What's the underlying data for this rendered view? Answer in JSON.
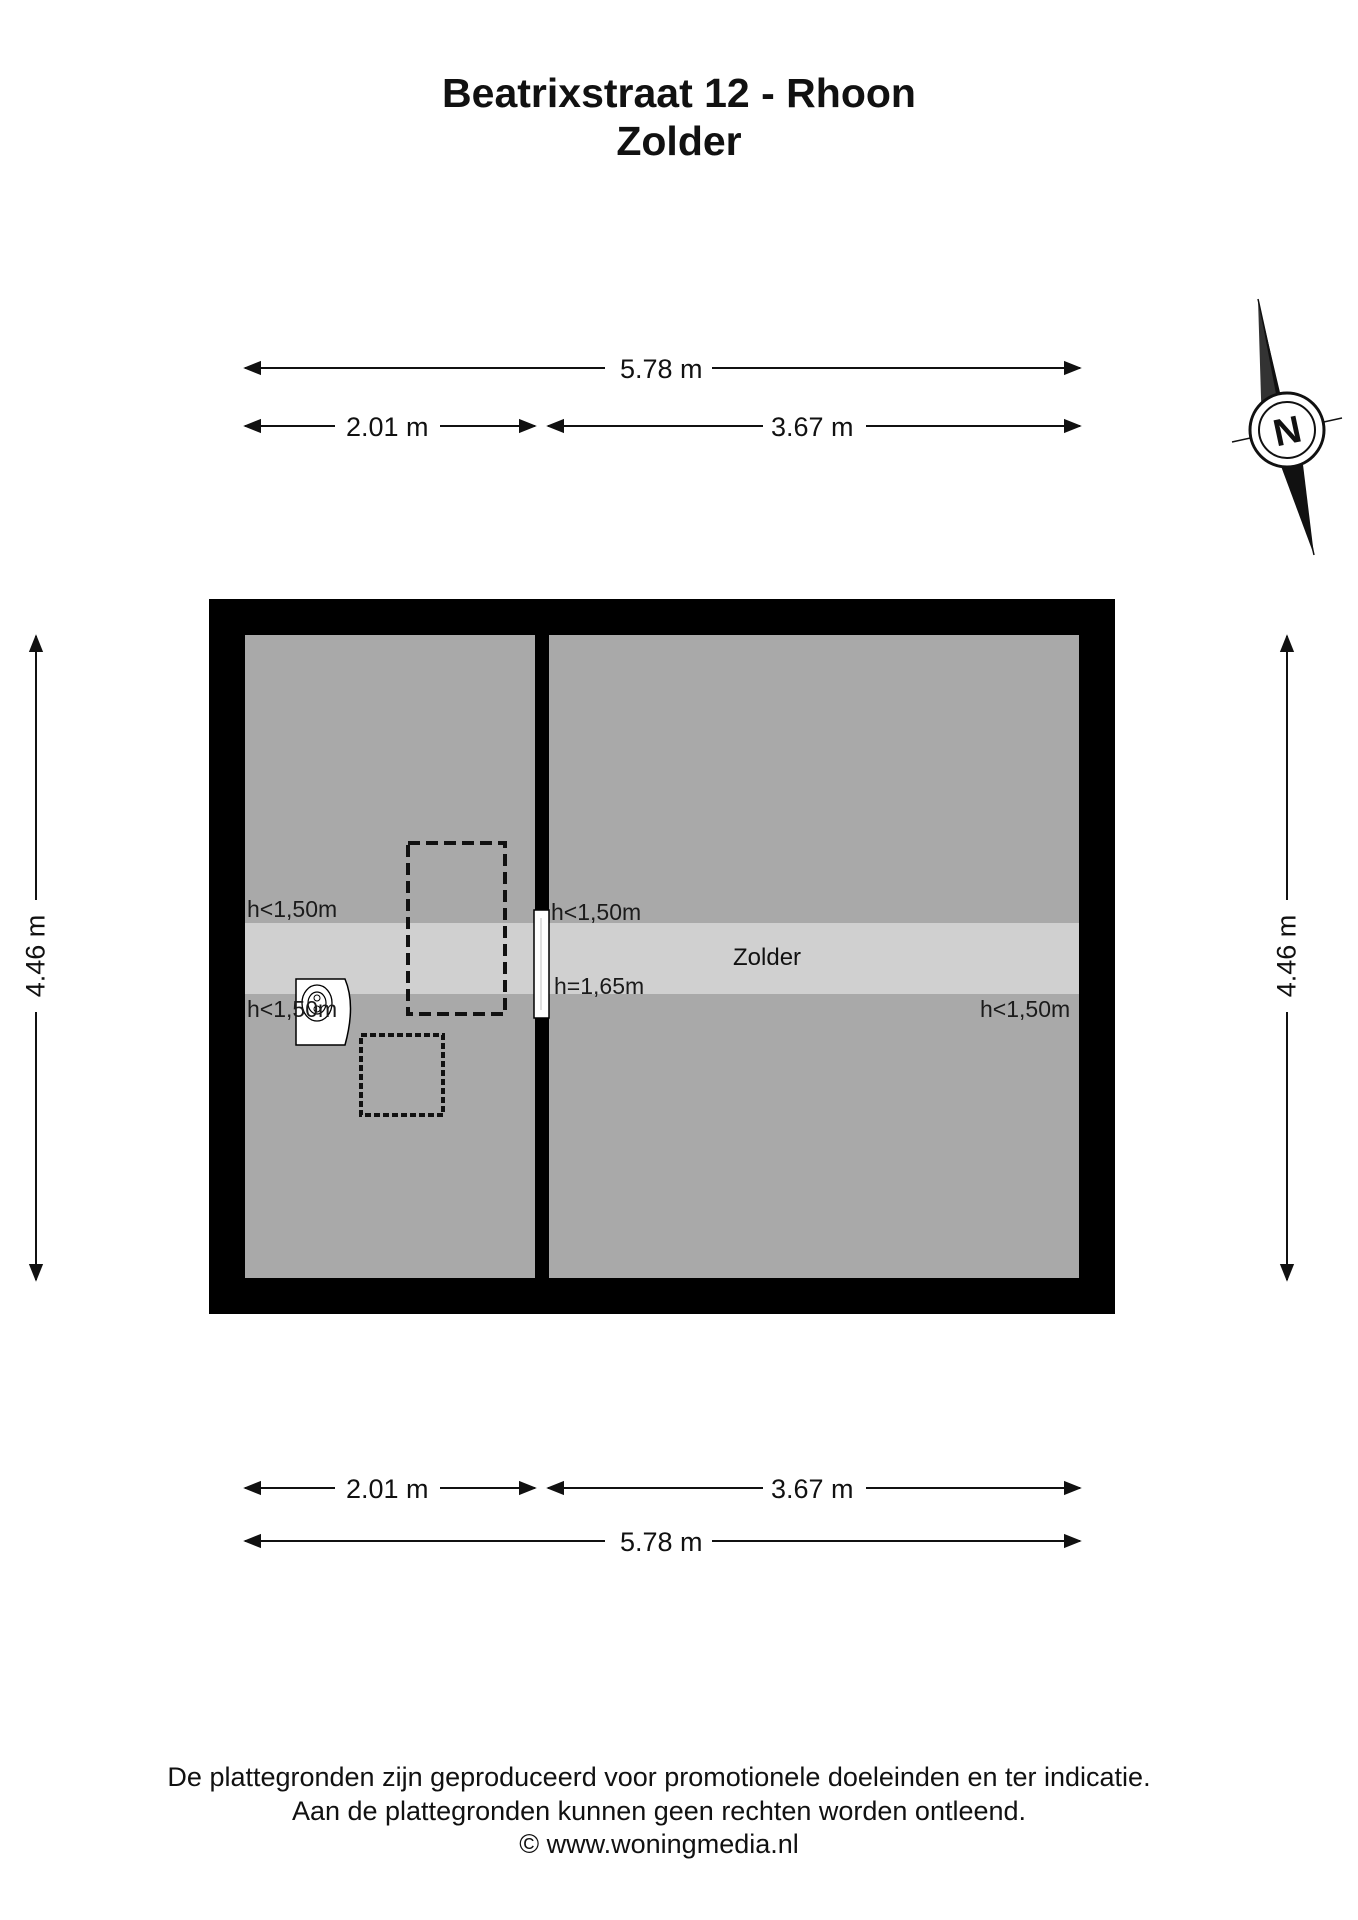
{
  "header": {
    "title": "Beatrixstraat 12 - Rhoon",
    "floor": "Zolder"
  },
  "dimensions": {
    "top_total": "5.78 m",
    "top_left": "2.01 m",
    "top_right": "3.67 m",
    "bottom_left": "2.01 m",
    "bottom_right": "3.67 m",
    "bottom_total": "5.78 m",
    "left_height": "4.46 m",
    "right_height": "4.46 m"
  },
  "rooms": {
    "main_label": "Zolder"
  },
  "height_notes": {
    "left_upper": "h<1,50m",
    "left_lower": "h<1,50m",
    "center_upper": "h<1,50m",
    "center_lower": "h=1,65m",
    "right_lower": "h<1,50m"
  },
  "compass": {
    "letter": "N"
  },
  "footer": {
    "line1": "De plattegronden zijn geproduceerd voor promotionele doeleinden en ter indicatie.",
    "line2": "Aan de plattegronden kunnen geen rechten worden ontleend.",
    "line3": "© www.woningmedia.nl"
  },
  "colors": {
    "wall": "#000000",
    "floor": "#a9a9a9",
    "highlight_band": "#d0d0d0",
    "background": "#ffffff"
  }
}
